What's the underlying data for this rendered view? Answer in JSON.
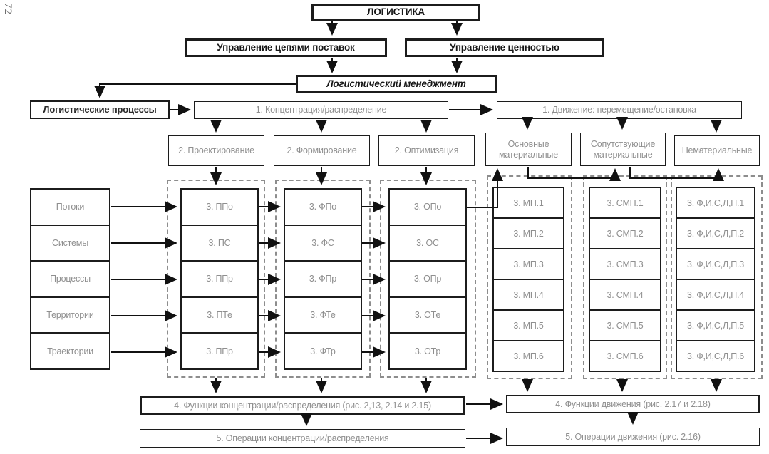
{
  "page": {
    "number": "72"
  },
  "colors": {
    "box_border": "#1c1c1c",
    "dark_text": "#161616",
    "gray_text": "#8f8f8f",
    "dashed_border": "#8d8d8d",
    "background": "#ffffff"
  },
  "header": {
    "title": "ЛОГИСТИКА",
    "supply_chain": "Управление цепями поставок",
    "value_management": "Управление ценностью",
    "logistics_management": "Логистический менеджмент",
    "logistics_processes": "Логистические процессы"
  },
  "level1": {
    "concentration": "1. Концентрация/распределение",
    "movement": "1. Движение: перемещение/остановка"
  },
  "level2": {
    "design": "2. Проектирование",
    "formation": "2. Формирование",
    "optimization": "2. Оптимизация",
    "main_material": "Основные материальные",
    "accompanying_material": "Сопутствующие материальные",
    "intangible": "Нематериальные"
  },
  "side_categories": [
    "Потоки",
    "Системы",
    "Процессы",
    "Территории",
    "Траектории"
  ],
  "level3": {
    "p_column": [
      "3. ППо",
      "3. ПС",
      "3. ППр",
      "3. ПТе",
      "3. ППр"
    ],
    "f_column": [
      "3. ФПо",
      "3. ФС",
      "3. ФПр",
      "3. ФТе",
      "3. ФТр"
    ],
    "o_column": [
      "3. ОПо",
      "3. ОС",
      "3. ОПр",
      "3. ОТе",
      "3. ОТр"
    ],
    "mp_column": [
      "3. МП.1",
      "3. МП.2",
      "3. МП.3",
      "3. МП.4",
      "3. МП.5",
      "3. МП.6"
    ],
    "smp_column": [
      "3. СМП.1",
      "3. СМП.2",
      "3. СМП.3",
      "3. СМП.4",
      "3. СМП.5",
      "3. СМП.6"
    ],
    "fislp_column": [
      "3. Ф,И,С,Л,П.1",
      "3. Ф,И,С,Л,П.2",
      "3. Ф,И,С,Л,П.3",
      "3. Ф,И,С,Л,П.4",
      "3. Ф,И,С,Л,П.5",
      "3. Ф,И,С,Л,П.6"
    ]
  },
  "level4": {
    "functions_concentration": "4. Функции концентрации/распределения (рис. 2,13, 2.14 и 2.15)",
    "functions_movement": "4. Функции движения (рис. 2.17 и 2.18)"
  },
  "level5": {
    "operations_concentration": "5. Операции концентрации/распределения",
    "operations_movement": "5. Операции движения (рис. 2.16)"
  }
}
